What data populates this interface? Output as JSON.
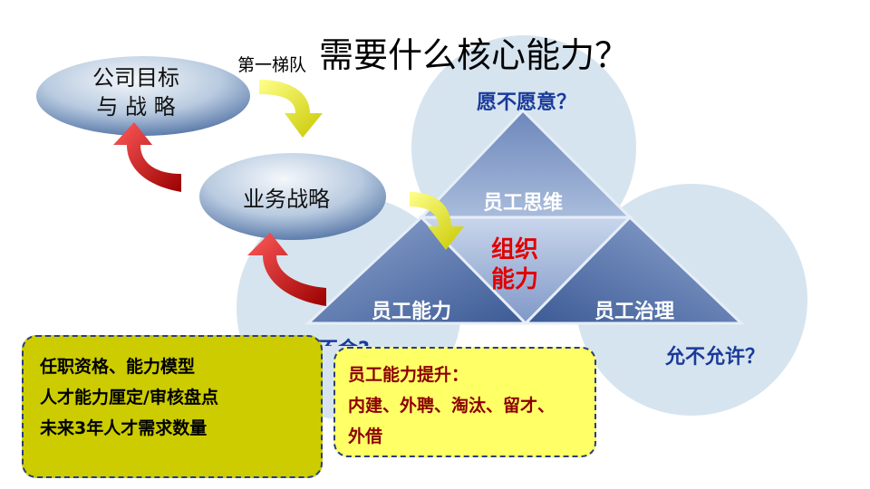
{
  "title": {
    "prefix": "第一梯队",
    "main": "需要什么核心能力？"
  },
  "ellipses": {
    "goal_line1": "公司目标",
    "goal_line2": "与 战 略",
    "business": "业务战略"
  },
  "questions": {
    "willing": "愿不愿意？",
    "allowed": "允不允许？",
    "able_partial": "不会?"
  },
  "triangle": {
    "top": "员工思维",
    "left": "员工能力",
    "right": "员工治理",
    "center_line1": "组织",
    "center_line2": "能力"
  },
  "box_left": {
    "lines": [
      "任职资格、能力模型",
      "人才能力厘定/审核盘点",
      "未来3年人才需求数量"
    ]
  },
  "box_right": {
    "heading": "员工能力提升：",
    "line1": "内建、外聘、淘汰、留才、",
    "line2": "外借"
  },
  "colors": {
    "circle": "#d6e4ef",
    "ellipse_light": "#dfe8f3",
    "ellipse_dark": "#6a8ab5",
    "triangle_light": "#9fb3d6",
    "triangle_dark": "#3e5c95",
    "arrow_red": "#c00000",
    "arrow_yellow": "#e6e600",
    "question_blue": "#1a3a9a",
    "org_red": "#e00000"
  }
}
